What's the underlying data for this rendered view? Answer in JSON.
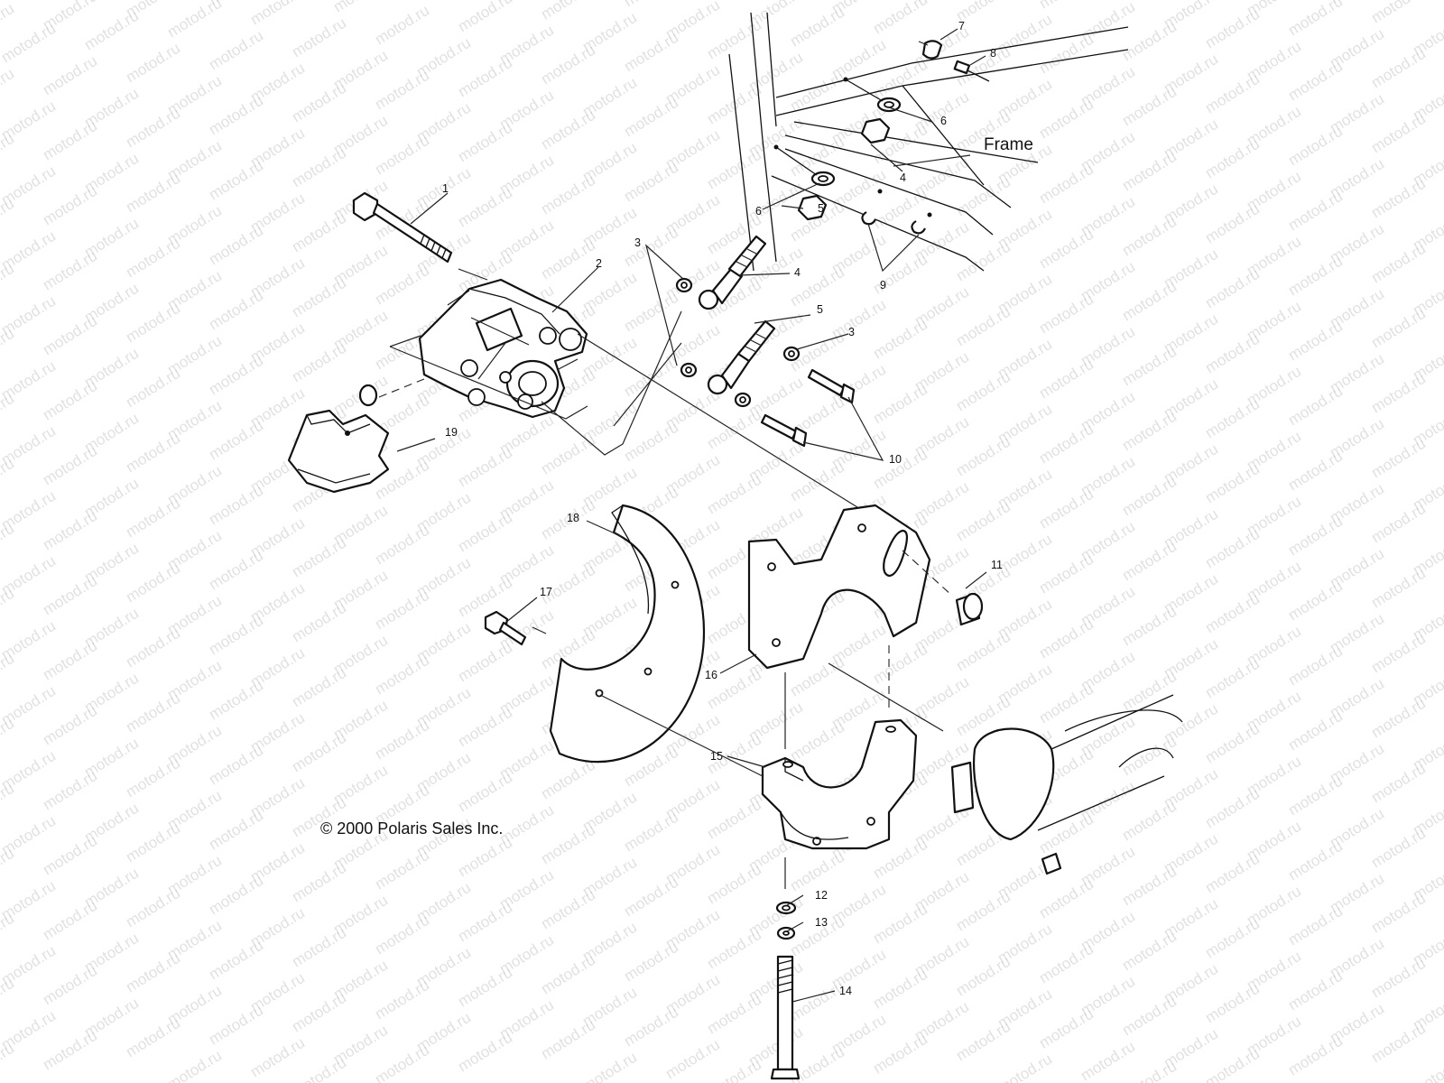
{
  "diagram": {
    "frame_label": "Frame",
    "copyright": "© 2000 Polaris Sales Inc.",
    "watermark_text": "motod.ru",
    "callouts": {
      "c1": "1",
      "c2": "2",
      "c3a": "3",
      "c3b": "3",
      "c4a": "4",
      "c4b": "4",
      "c5a": "5",
      "c5b": "5",
      "c6a": "6",
      "c6b": "6",
      "c7": "7",
      "c8": "8",
      "c9": "9",
      "c10": "10",
      "c11": "11",
      "c12": "12",
      "c13": "13",
      "c14": "14",
      "c15": "15",
      "c16": "16",
      "c17": "17",
      "c18": "18",
      "c19": "19"
    }
  }
}
